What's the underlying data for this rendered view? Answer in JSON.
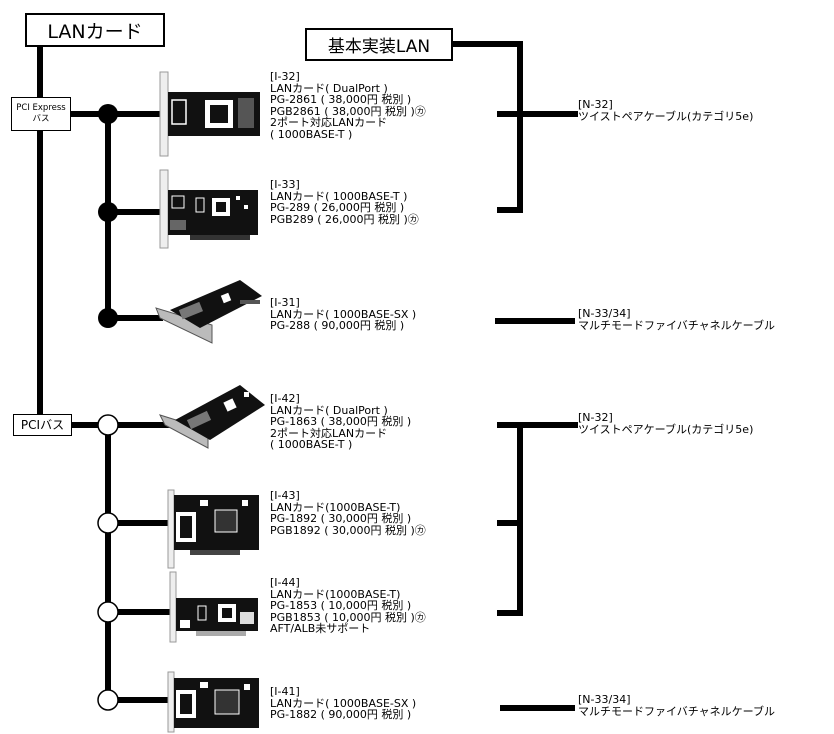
{
  "title": "LANカード",
  "lan_label": "基本実装LAN",
  "buses": {
    "pcie": [
      "PCI Express",
      "バス"
    ],
    "pci": "PCIバス"
  },
  "cards": [
    {
      "id": "[I-32]",
      "lines": [
        "LANカード( DualPort )",
        "PG-2861 ( 38,000円  税別 )",
        "PGB2861 ( 38,000円  税別 )㋕",
        "   2ポート対応LANカード",
        "( 1000BASE-T )"
      ]
    },
    {
      "id": "[I-33]",
      "lines": [
        "LANカード( 1000BASE-T )",
        "PG-289 ( 26,000円  税別 )",
        "PGB289 ( 26,000円  税別 )㋕"
      ]
    },
    {
      "id": "[I-31]",
      "lines": [
        "LANカード( 1000BASE-SX )",
        "PG-288 ( 90,000円  税別 )"
      ]
    },
    {
      "id": "[I-42]",
      "lines": [
        "LANカード( DualPort )",
        "PG-1863 ( 38,000円  税別 )",
        "   2ポート対応LANカード",
        "( 1000BASE-T )"
      ]
    },
    {
      "id": "[I-43]",
      "lines": [
        "LANカード(1000BASE-T)",
        "PG-1892 ( 30,000円  税別 )",
        "PGB1892 ( 30,000円  税別 )㋕"
      ]
    },
    {
      "id": "[I-44]",
      "lines": [
        "LANカード(1000BASE-T)",
        "PG-1853 ( 10,000円  税別 )",
        "PGB1853 ( 10,000円  税別 )㋕",
        "   AFT/ALB未サポート"
      ]
    },
    {
      "id": "[I-41]",
      "lines": [
        "LANカード( 1000BASE-SX )",
        "PG-1882 ( 90,000円  税別 )"
      ]
    }
  ],
  "cables": [
    {
      "id": "[N-32]",
      "name": "ツイストペアケーブル(カテゴリ5e)"
    },
    {
      "id": "[N-33/34]",
      "name": "マルチモードファイバチャネルケーブル"
    },
    {
      "id": "[N-32]",
      "name": "ツイストペアケーブル(カテゴリ5e)"
    },
    {
      "id": "[N-33/34]",
      "name": "マルチモードファイバチャネルケーブル"
    }
  ]
}
